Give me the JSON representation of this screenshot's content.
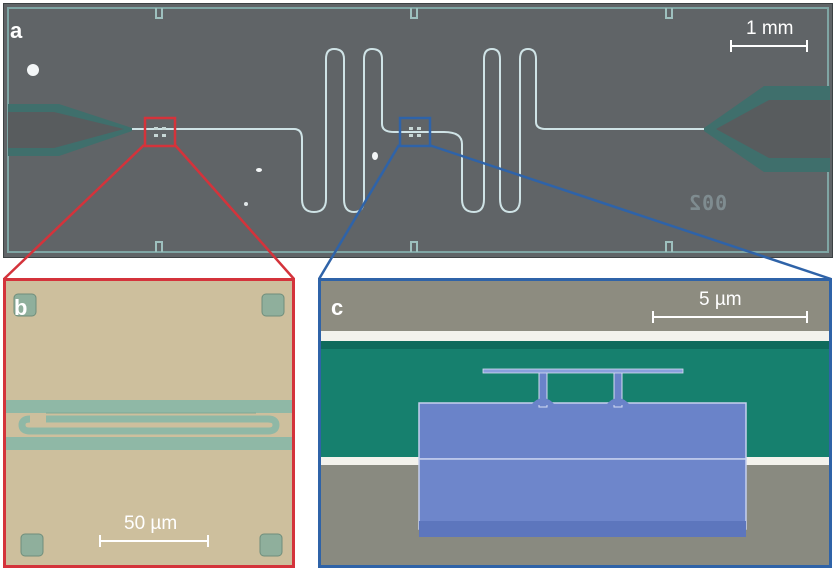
{
  "panel_a": {
    "letter": "a",
    "scale": "1 mm",
    "chip_id": "002"
  },
  "panel_b": {
    "letter": "b",
    "scale": "50 µm"
  },
  "panel_c": {
    "letter": "c",
    "scale": "5 µm"
  },
  "colors": {
    "zoom_b": "#d4333b",
    "zoom_c": "#2f63a8",
    "chip_background": "#5f6366",
    "resonator_line": "#cfe3e6",
    "optical_background": "#cdbf9d",
    "waveguide": "#8fb8a6",
    "sem_background": "#8d8c80",
    "sem_trench": "#16806e",
    "sem_device": "#6a83c9"
  }
}
